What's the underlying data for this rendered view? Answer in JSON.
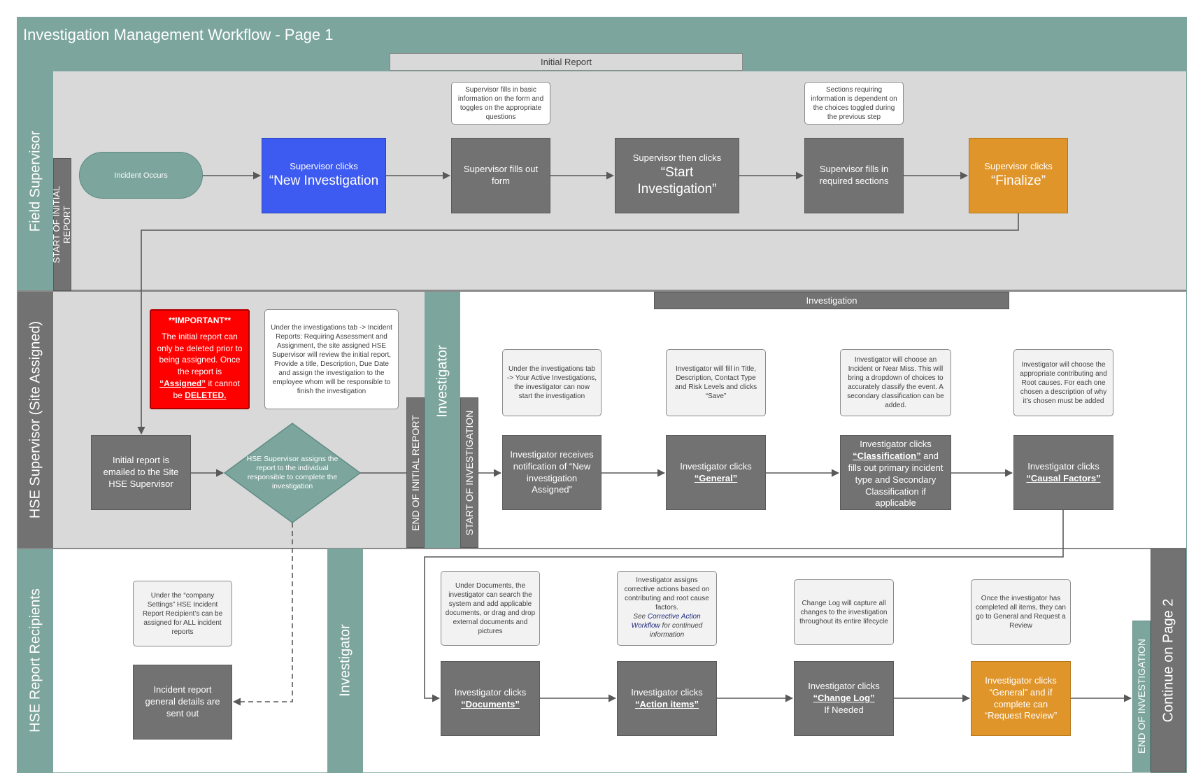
{
  "title": "Investigation Management Workflow - Page 1",
  "phases": {
    "initial_report": "Initial Report",
    "investigation": "Investigation"
  },
  "lanes": {
    "field_supervisor": "Field Supervisor",
    "hse_supervisor": "HSE Supervisor (Site Assigned)",
    "hse_recipients": "HSE Report Recipients",
    "investigator_upper": "Investigator",
    "investigator_lower": "Investigator"
  },
  "markers": {
    "start_initial": "START OF INITIAL REPORT",
    "end_initial": "END OF INITIAL REPORT",
    "start_investigation": "START OF INVESTIGATION",
    "end_investigation": "END OF INVESTIGATION",
    "continue": "Continue on Page 2"
  },
  "row1": {
    "incident_occurs": "Incident Occurs",
    "new_inv_pre": "Supervisor clicks",
    "new_inv_big": "“New Investigation",
    "fills_form": "Supervisor fills out form",
    "start_inv_pre": "Supervisor then clicks",
    "start_inv_big": "“Start Investigation”",
    "fills_sections": "Supervisor fills in required sections",
    "finalize_pre": "Supervisor clicks",
    "finalize_big": "“Finalize”",
    "note_basic": "Supervisor fills in basic information on the form and toggles on the appropriate questions",
    "note_sections": "Sections requiring information is dependent on the choices toggled during the previous step"
  },
  "row2": {
    "important_head": "**IMPORTANT**",
    "important_a": "The initial report can only be deleted prior to being assigned. Once the report is ",
    "important_b": "“Assigned”",
    "important_c": " it cannot be ",
    "important_d": "DELETED.",
    "note_requiring": "Under the investigations tab -> Incident Reports: Requiring Assessment and Assignment, the site assigned HSE Supervisor will review the initial report, Provide a title, Description, Due Date and assign the investigation to the employee whom will be responsible to finish the investigation",
    "emailed": "Initial report is emailed to the Site HSE Supervisor",
    "assigns": "HSE Supervisor assigns the report to the individual responsible to complete the investigation",
    "note_active": "Under the investigations tab -> Your Active Investigations, the investigator can now start the investigation",
    "note_title": "Investigator will fill in Title, Description, Contact Type and Risk Levels and clicks “Save”",
    "note_incident": "Investigator will choose an Incident or Near Miss. This will bring a dropdown of choices to accurately classify the event. A secondary classification can be added.",
    "note_causal": "Investigator will choose the appropriate contributing and Root causes. For each one chosen a description of why it’s chosen must be added",
    "receives": "Investigator receives notification of “New investigation Assigned”",
    "general_pre": "Investigator clicks",
    "general_link": "“General”",
    "class_pre": "Investigator clicks",
    "class_link": "“Classification”",
    "class_post": " and fills out primary incident type and Secondary Classification if applicable",
    "causal_pre": "Investigator clicks",
    "causal_link": "“Causal Factors”"
  },
  "row3": {
    "note_company": "Under the “company Settings” HSE Incident Report Recipient’s can be assigned for ALL incident reports",
    "sent_out": "Incident report general details are sent out",
    "note_documents": "Under Documents, the investigator can search the system and add applicable documents, or drag and drop external documents and pictures",
    "note_actions_a": "Investigator assigns corrective actions based on contributing and root cause factors.",
    "note_actions_see": "See ",
    "note_actions_link": "Corrective Action Workflow",
    "note_actions_b": " for continued information",
    "note_changelog": "Change Log will capture all changes to the investigation throughout its entire lifecycle",
    "note_review": "Once the investigator has completed all items, they can go to General and Request a Review",
    "docs_pre": "Investigator clicks",
    "docs_link": "“Documents”",
    "actions_pre": "Investigator clicks",
    "actions_link": "“Action items”",
    "changelog_pre": "Investigator clicks",
    "changelog_link": "“Change Log”",
    "changelog_post": "If Needed",
    "review": "Investigator clicks “General” and if complete can “Request Review”"
  },
  "colors": {
    "teal": "#7ca59d",
    "grey": "#727272",
    "blue": "#3d5af1",
    "orange": "#e0952a",
    "red": "#ff0000",
    "lane_grey": "#d9d9d9"
  }
}
